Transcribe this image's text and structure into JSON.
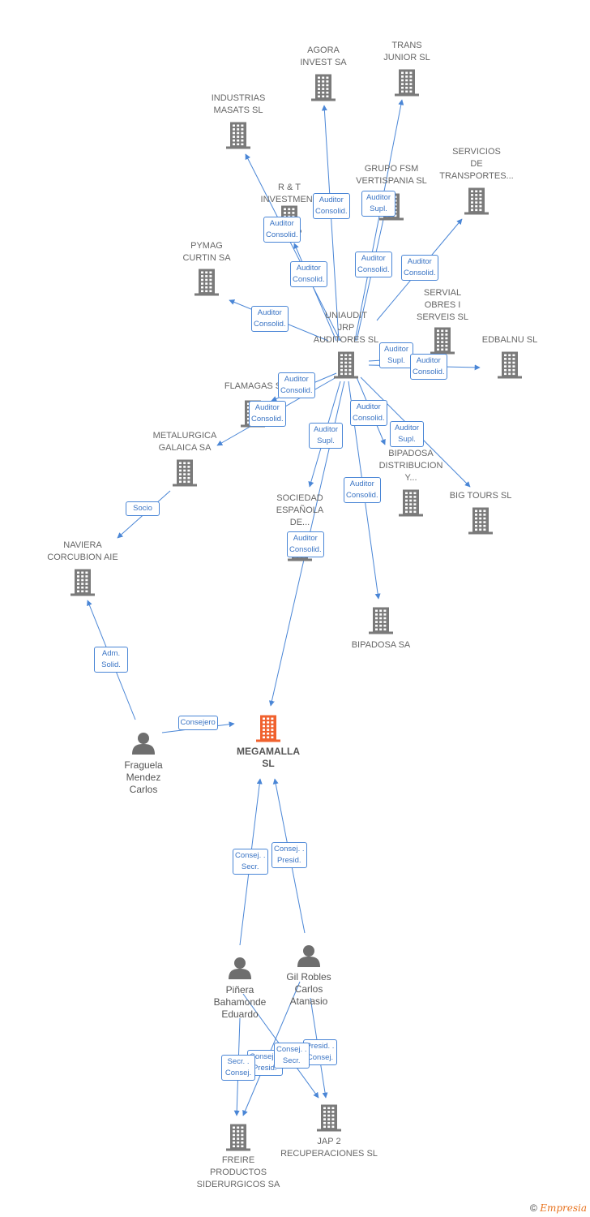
{
  "colors": {
    "edge": "#4a86d6",
    "company": "#7a7a7a",
    "main": "#f0612e",
    "person": "#6e6e6e"
  },
  "nodes": [
    {
      "id": "agora",
      "type": "company",
      "label": "AGORA\nINVEST SA"
    },
    {
      "id": "trans",
      "type": "company",
      "label": "TRANS\nJUNIOR SL"
    },
    {
      "id": "industrias",
      "type": "company",
      "label": "INDUSTRIAS\nMASATS SL"
    },
    {
      "id": "rt",
      "type": "company",
      "label": "R & T\nINVESTMENT"
    },
    {
      "id": "grupo",
      "type": "company",
      "label": "GRUPO FSM\nVERTISPANIA SL"
    },
    {
      "id": "servicios",
      "type": "company",
      "label": "SERVICIOS\nDE\nTRANSPORTES..."
    },
    {
      "id": "pymag",
      "type": "company",
      "label": "PYMAG\nCURTIN SA"
    },
    {
      "id": "uniaudit",
      "type": "company",
      "label": "UNIAUDIT\nJRP\nAUDITORES SL"
    },
    {
      "id": "servial",
      "type": "company",
      "label": "SERVIAL\nOBRES I\nSERVEIS SL"
    },
    {
      "id": "edbalnu",
      "type": "company",
      "label": "EDBALNU SL"
    },
    {
      "id": "flamagas",
      "type": "company",
      "label": "FLAMAGAS S"
    },
    {
      "id": "metalurgica",
      "type": "company",
      "label": "METALURGICA\nGALAICA SA"
    },
    {
      "id": "bipadosadist",
      "type": "company",
      "label": "BIPADOSA\nDISTRIBUCION\nY..."
    },
    {
      "id": "bigtours",
      "type": "company",
      "label": "BIG TOURS SL"
    },
    {
      "id": "sociedad",
      "type": "company",
      "label": "SOCIEDAD\nESPAÑOLA\nDE..."
    },
    {
      "id": "naviera",
      "type": "company",
      "label": "NAVIERA\nCORCUBION AIE"
    },
    {
      "id": "bipadosa",
      "type": "company",
      "label": "BIPADOSA SA"
    },
    {
      "id": "megamalla",
      "type": "main",
      "label": "MEGAMALLA\nSL"
    },
    {
      "id": "fraguela",
      "type": "person",
      "label": "Fraguela\nMendez\nCarlos"
    },
    {
      "id": "pinera",
      "type": "person",
      "label": "Piñera\nBahamonde\nEduardo"
    },
    {
      "id": "gil",
      "type": "person",
      "label": "Gil Robles\nCarlos\nAtanasio"
    },
    {
      "id": "jap",
      "type": "company",
      "label": "JAP 2\nRECUPERACIONES SL"
    },
    {
      "id": "freire",
      "type": "company",
      "label": "FREIRE\nPRODUCTOS\nSIDERURGICOS SA"
    }
  ],
  "edges": [
    {
      "from": "uniaudit",
      "to": "agora",
      "label": "Auditor\nConsolid."
    },
    {
      "from": "uniaudit",
      "to": "trans",
      "label": "Auditor\nSupl."
    },
    {
      "from": "uniaudit",
      "to": "industrias",
      "label": "Auditor\nConsolid."
    },
    {
      "from": "uniaudit",
      "to": "rt",
      "label": "Auditor\nConsolid."
    },
    {
      "from": "uniaudit",
      "to": "grupo",
      "label": "Auditor\nConsolid."
    },
    {
      "from": "uniaudit",
      "to": "servicios",
      "label": "Auditor\nConsolid."
    },
    {
      "from": "uniaudit",
      "to": "pymag",
      "label": "Auditor\nConsolid."
    },
    {
      "from": "uniaudit",
      "to": "servial",
      "label": "Auditor\nSupl."
    },
    {
      "from": "uniaudit",
      "to": "edbalnu",
      "label": "Auditor\nConsolid."
    },
    {
      "from": "uniaudit",
      "to": "flamagas",
      "label": "Auditor\nConsolid."
    },
    {
      "from": "uniaudit",
      "to": "metalurgica",
      "label": "Auditor\nConsolid."
    },
    {
      "from": "uniaudit",
      "to": "bipadosadist",
      "label": "Auditor\nConsolid."
    },
    {
      "from": "uniaudit",
      "to": "bigtours",
      "label": "Auditor\nSupl."
    },
    {
      "from": "uniaudit",
      "to": "sociedad",
      "label": "Auditor\nSupl."
    },
    {
      "from": "uniaudit",
      "to": "bipadosa",
      "label": "Auditor\nConsolid."
    },
    {
      "from": "uniaudit",
      "to": "megamalla",
      "label": "Auditor\nConsolid."
    },
    {
      "from": "metalurgica",
      "to": "naviera",
      "label": "Socio"
    },
    {
      "from": "fraguela",
      "to": "naviera",
      "label": "Adm.\nSolid."
    },
    {
      "from": "fraguela",
      "to": "megamalla",
      "label": "Consejero"
    },
    {
      "from": "pinera",
      "to": "megamalla",
      "label": "Consej. .\nSecr."
    },
    {
      "from": "gil",
      "to": "megamalla",
      "label": "Consej. .\nPresid."
    },
    {
      "from": "pinera",
      "to": "jap",
      "label": "Consej. .\nPresid."
    },
    {
      "from": "pinera",
      "to": "freire",
      "label": "Secr. .\nConsej."
    },
    {
      "from": "gil",
      "to": "jap",
      "label": "Presid. .\nConsej."
    },
    {
      "from": "gil",
      "to": "freire",
      "label": "Consej. .\nSecr."
    }
  ],
  "footer": {
    "copyright": "©",
    "brand": "Empresia"
  }
}
